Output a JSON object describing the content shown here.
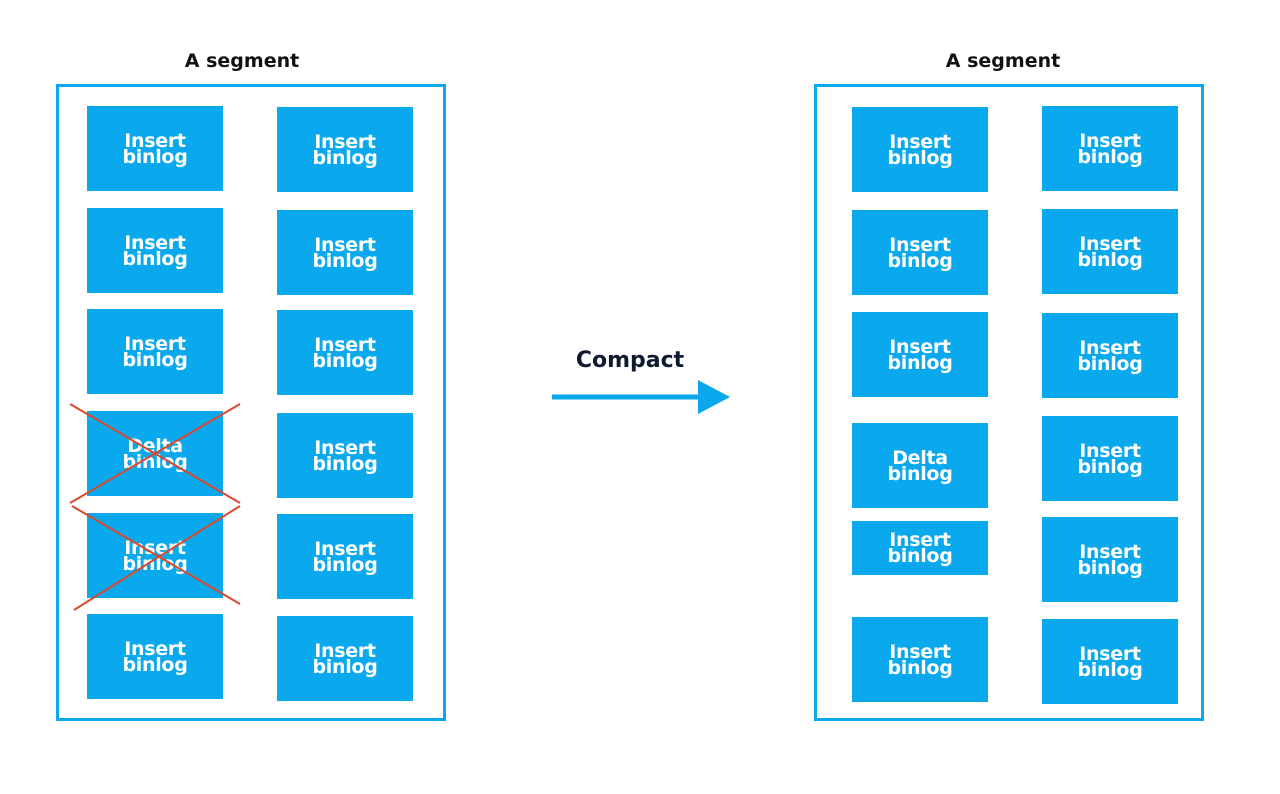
{
  "left_segment": {
    "title": "A segment",
    "column_a": [
      {
        "line1": "Insert",
        "line2": "binlog",
        "deleted": false
      },
      {
        "line1": "Insert",
        "line2": "binlog",
        "deleted": false
      },
      {
        "line1": "Insert",
        "line2": "binlog",
        "deleted": false
      },
      {
        "line1": "Delta",
        "line2": "binlog",
        "deleted": true
      },
      {
        "line1": "Insert",
        "line2": "binlog",
        "deleted": true
      },
      {
        "line1": "Insert",
        "line2": "binlog",
        "deleted": false
      }
    ],
    "column_b": [
      {
        "line1": "Insert",
        "line2": "binlog"
      },
      {
        "line1": "Insert",
        "line2": "binlog"
      },
      {
        "line1": "Insert",
        "line2": "binlog"
      },
      {
        "line1": "Insert",
        "line2": "binlog"
      },
      {
        "line1": "Insert",
        "line2": "binlog"
      },
      {
        "line1": "Insert",
        "line2": "binlog"
      }
    ]
  },
  "arrow": {
    "label": "Compact"
  },
  "right_segment": {
    "title": "A segment",
    "column_a": [
      {
        "line1": "Insert",
        "line2": "binlog"
      },
      {
        "line1": "Insert",
        "line2": "binlog"
      },
      {
        "line1": "Insert",
        "line2": "binlog"
      },
      {
        "line1": "Delta",
        "line2": "binlog"
      },
      {
        "line1": "Insert",
        "line2": "binlog"
      },
      {
        "line1": "Insert",
        "line2": "binlog"
      }
    ],
    "column_b": [
      {
        "line1": "Insert",
        "line2": "binlog"
      },
      {
        "line1": "Insert",
        "line2": "binlog"
      },
      {
        "line1": "Insert",
        "line2": "binlog"
      },
      {
        "line1": "Insert",
        "line2": "binlog"
      },
      {
        "line1": "Insert",
        "line2": "binlog"
      },
      {
        "line1": "Insert",
        "line2": "binlog"
      }
    ]
  },
  "colors": {
    "block": "#0aa8ec",
    "border": "#0aa8ec",
    "cross": "#d9492f",
    "arrow": "#0aa8ec"
  }
}
